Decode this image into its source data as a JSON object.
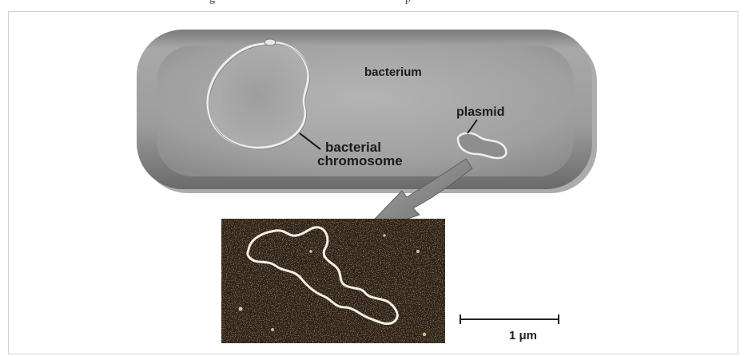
{
  "header": {
    "caption_fragment_left": "g",
    "caption_fragment_right": "p"
  },
  "diagram": {
    "labels": {
      "bacterium": "bacterium",
      "plasmid": "plasmid",
      "chromosome_line1": "bacterial",
      "chromosome_line2": "chromosome"
    },
    "scale_bar": {
      "label": "1 μm"
    },
    "colors": {
      "cell_body": "#9a9a9a",
      "cell_rim": "#6e6e6e",
      "dna_strand": "#e8e8e8",
      "arrow": "#8a8a8a",
      "micrograph_bg": "#2a1f14"
    }
  }
}
